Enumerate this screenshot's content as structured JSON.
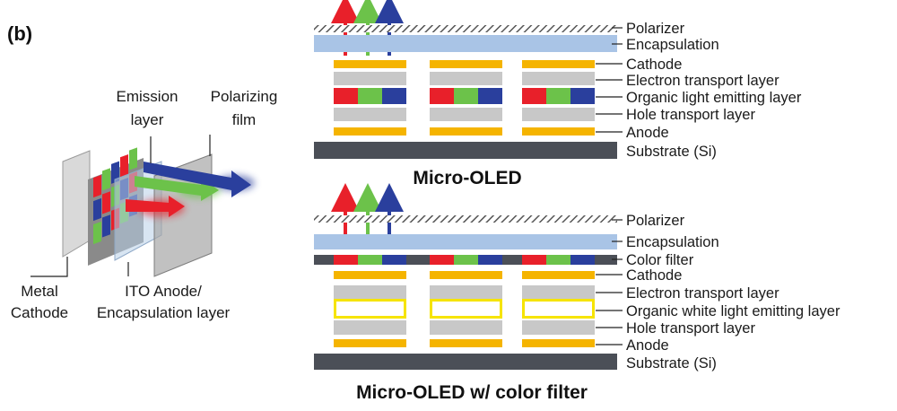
{
  "panel_label": "(b)",
  "colors": {
    "red": "#e8202a",
    "green": "#6cc24a",
    "blue": "#2a3f9d",
    "cathode": "#f5b400",
    "encapsulation": "#a9c4e6",
    "transport": "#c8c8c8",
    "substrate": "#4b4f57",
    "white_emitter": "#f6e400"
  },
  "left_device": {
    "emission_label_1": "Emission",
    "emission_label_2": "layer",
    "polarizing_label_1": "Polarizing",
    "polarizing_label_2": "film",
    "metal_label_1": "Metal",
    "metal_label_2": "Cathode",
    "ito_label_1": "ITO Anode/",
    "ito_label_2": "Encapsulation layer"
  },
  "top_stack": {
    "title": "Micro-OLED",
    "layers": [
      "Polarizer",
      "Encapsulation",
      "Cathode",
      "Electron transport layer",
      "Organic light emitting layer",
      "Hole transport layer",
      "Anode",
      "Substrate (Si)"
    ]
  },
  "bottom_stack": {
    "title": "Micro-OLED w/ color filter",
    "layers": [
      "Polarizer",
      "Encapsulation",
      "Color filter",
      "Cathode",
      "Electron transport layer",
      "Organic white light emitting layer",
      "Hole transport layer",
      "Anode",
      "Substrate (Si)"
    ]
  }
}
